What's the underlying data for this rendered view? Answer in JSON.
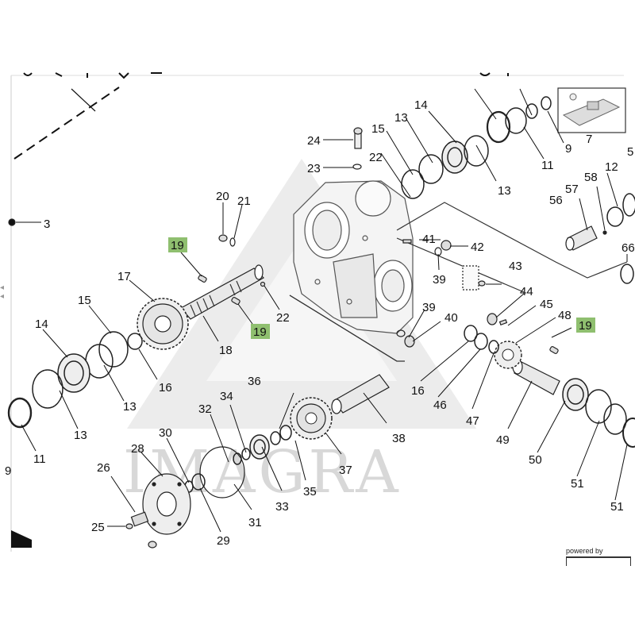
{
  "watermark": "IMAGRA",
  "footer": {
    "powered_by": "powered by"
  },
  "callouts": [
    {
      "id": "c3",
      "text": "3"
    },
    {
      "id": "c5",
      "text": "5"
    },
    {
      "id": "c7",
      "text": "7"
    },
    {
      "id": "c9",
      "text": "9"
    },
    {
      "id": "c9b",
      "text": "9"
    },
    {
      "id": "c11a",
      "text": "11"
    },
    {
      "id": "c11b",
      "text": "11"
    },
    {
      "id": "c12",
      "text": "12"
    },
    {
      "id": "c13a",
      "text": "13"
    },
    {
      "id": "c13b",
      "text": "13"
    },
    {
      "id": "c13c",
      "text": "13"
    },
    {
      "id": "c13d",
      "text": "13"
    },
    {
      "id": "c14a",
      "text": "14"
    },
    {
      "id": "c14b",
      "text": "14"
    },
    {
      "id": "c15a",
      "text": "15"
    },
    {
      "id": "c15b",
      "text": "15"
    },
    {
      "id": "c16a",
      "text": "16"
    },
    {
      "id": "c16b",
      "text": "16"
    },
    {
      "id": "c17",
      "text": "17"
    },
    {
      "id": "c18",
      "text": "18"
    },
    {
      "id": "c19a",
      "text": "19"
    },
    {
      "id": "c19b",
      "text": "19"
    },
    {
      "id": "c19c",
      "text": "19"
    },
    {
      "id": "c20",
      "text": "20"
    },
    {
      "id": "c21",
      "text": "21"
    },
    {
      "id": "c22a",
      "text": "22"
    },
    {
      "id": "c22b",
      "text": "22"
    },
    {
      "id": "c23",
      "text": "23"
    },
    {
      "id": "c24",
      "text": "24"
    },
    {
      "id": "c25",
      "text": "25"
    },
    {
      "id": "c26",
      "text": "26"
    },
    {
      "id": "c28",
      "text": "28"
    },
    {
      "id": "c29",
      "text": "29"
    },
    {
      "id": "c30",
      "text": "30"
    },
    {
      "id": "c31",
      "text": "31"
    },
    {
      "id": "c32",
      "text": "32"
    },
    {
      "id": "c33",
      "text": "33"
    },
    {
      "id": "c34",
      "text": "34"
    },
    {
      "id": "c35",
      "text": "35"
    },
    {
      "id": "c36",
      "text": "36"
    },
    {
      "id": "c37",
      "text": "37"
    },
    {
      "id": "c38",
      "text": "38"
    },
    {
      "id": "c39a",
      "text": "39"
    },
    {
      "id": "c39b",
      "text": "39"
    },
    {
      "id": "c40",
      "text": "40"
    },
    {
      "id": "c41",
      "text": "41"
    },
    {
      "id": "c42",
      "text": "42"
    },
    {
      "id": "c43",
      "text": "43"
    },
    {
      "id": "c44",
      "text": "44"
    },
    {
      "id": "c45",
      "text": "45"
    },
    {
      "id": "c46",
      "text": "46"
    },
    {
      "id": "c47",
      "text": "47"
    },
    {
      "id": "c48",
      "text": "48"
    },
    {
      "id": "c49",
      "text": "49"
    },
    {
      "id": "c50",
      "text": "50"
    },
    {
      "id": "c51a",
      "text": "51"
    },
    {
      "id": "c51b",
      "text": "51"
    },
    {
      "id": "c56",
      "text": "56"
    },
    {
      "id": "c57",
      "text": "57"
    },
    {
      "id": "c58",
      "text": "58"
    },
    {
      "id": "c66",
      "text": "66"
    }
  ],
  "colors": {
    "highlight": "#8fbf6f",
    "line": "#111111",
    "watermark": "#d8d8d8"
  }
}
